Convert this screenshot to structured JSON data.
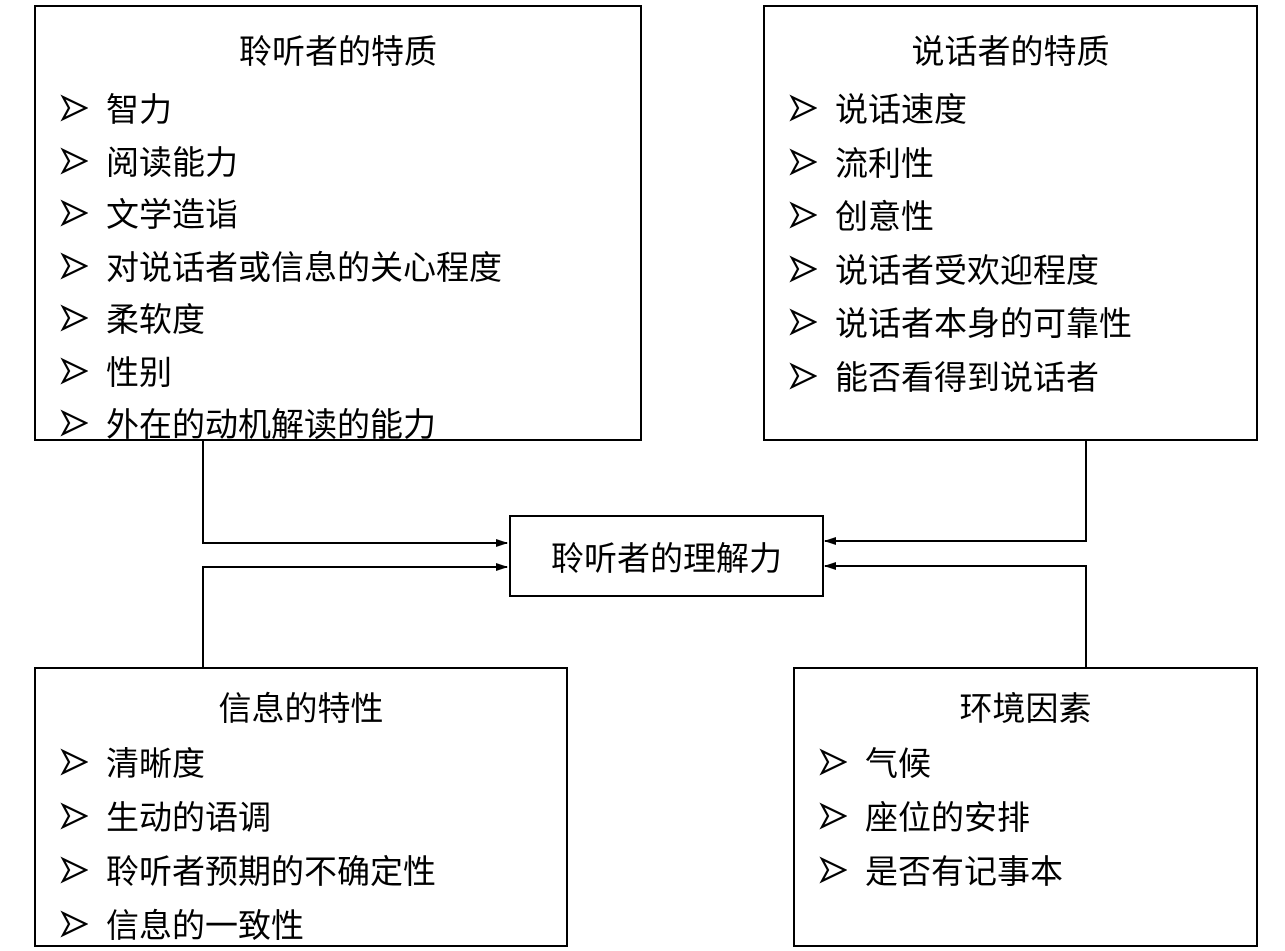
{
  "listener_box": {
    "title": "聆听者的特质",
    "items": [
      "智力",
      "阅读能力",
      "文学造诣",
      "对说话者或信息的关心程度",
      "柔软度",
      "性别",
      "外在的动机解读的能力"
    ]
  },
  "speaker_box": {
    "title": "说话者的特质",
    "items": [
      "说话速度",
      "流利性",
      "创意性",
      "说话者受欢迎程度",
      "说话者本身的可靠性",
      "能否看得到说话者"
    ]
  },
  "center_box": {
    "label": "聆听者的理解力"
  },
  "message_box": {
    "title": "信息的特性",
    "items": [
      "清晰度",
      "生动的语调",
      "聆听者预期的不确定性",
      "信息的一致性"
    ]
  },
  "environment_box": {
    "title": "环境因素",
    "items": [
      "气候",
      "座位的安排",
      "是否有记事本"
    ]
  },
  "colors": {
    "line": "#000000",
    "background": "#ffffff"
  }
}
